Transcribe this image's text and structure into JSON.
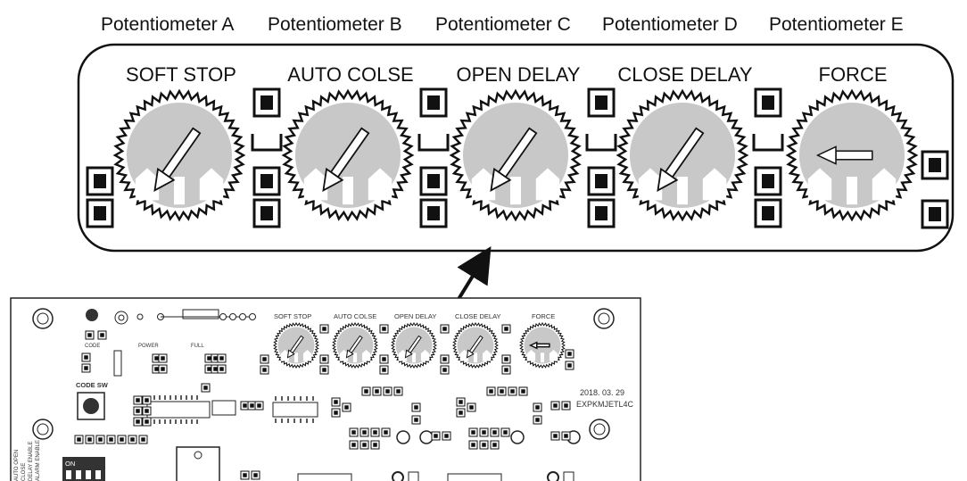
{
  "headers": [
    "Potentiometer A",
    "Potentiometer B",
    "Potentiometer C",
    "Potentiometer D",
    "Potentiometer E"
  ],
  "dials": [
    {
      "label": "SOFT STOP",
      "pointer": "down-left"
    },
    {
      "label": "AUTO COLSE",
      "pointer": "down-left"
    },
    {
      "label": "OPEN DELAY",
      "pointer": "down-left"
    },
    {
      "label": "CLOSE DELAY",
      "pointer": "down-left"
    },
    {
      "label": "FORCE",
      "pointer": "left"
    }
  ],
  "board": {
    "pot_labels": [
      "SOFT STOP",
      "AUTO COLSE",
      "OPEN DELAY",
      "CLOSE DELAY",
      "FORCE"
    ],
    "led_labels": [
      "CODE",
      "POWER",
      "FULL"
    ],
    "code_sw": "CODE SW",
    "date": "2018. 03. 29",
    "model": "EXPKMJETL4C",
    "dip_on": "ON",
    "side_text": [
      "AUTO OPEN",
      "CLOSE",
      "DELAY ENABLE",
      "ALARM ENABLE"
    ]
  }
}
